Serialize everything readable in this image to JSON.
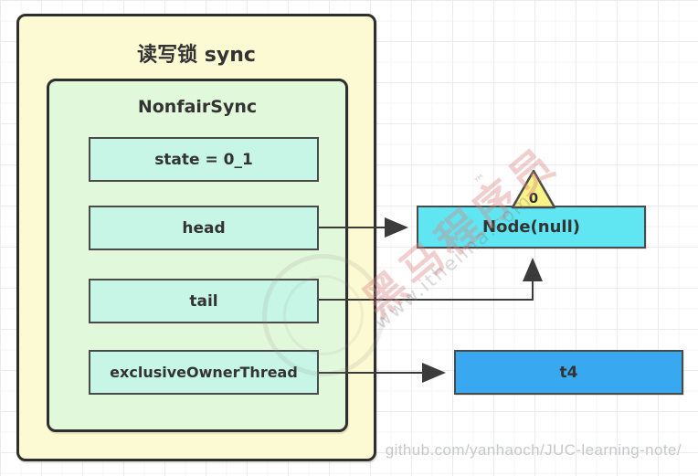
{
  "colors": {
    "outer_fill": "#FBFAD2",
    "inner_fill": "#E2F8DA",
    "field_fill": "#C7F5E6",
    "node_fill": "#5FE6F2",
    "thread_fill": "#38A9F0",
    "triangle_fill": "#F9F388",
    "border_dark": "#2E2E2E",
    "border_mid": "#4A4A4A",
    "text_dark": "#333333",
    "arrow": "#3B3B3B",
    "credit_text": "#C6C8CA",
    "brand_pink": "rgba(221,128,128,0.38)"
  },
  "diagram": {
    "outer": {
      "title": "读写锁 sync"
    },
    "inner": {
      "title": "NonfairSync"
    },
    "fields": [
      {
        "label": "state = 0_1"
      },
      {
        "label": "head"
      },
      {
        "label": "tail"
      },
      {
        "label": "exclusiveOwnerThread"
      }
    ],
    "node": {
      "label": "Node(null)",
      "waiters_badge": "0"
    },
    "thread": {
      "label": "t4"
    }
  },
  "watermark": {
    "brand": "黑马程序员",
    "tm": "™",
    "site": "www.itheima.com",
    "credit": "github.com/yanhaoch/JUC-learning-note/"
  }
}
